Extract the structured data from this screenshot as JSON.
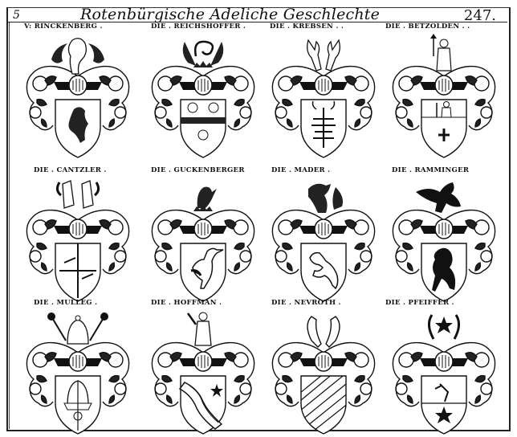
{
  "page": {
    "signature": "5",
    "title": "Rotenbürgische Adeliche Geschlechte",
    "page_number": "247."
  },
  "rows": [
    {
      "arms": [
        {
          "label": "V: RINCKENBERG .",
          "crest": "lion-rampant-between-wings",
          "shield_charge": "cockerel-rampant"
        },
        {
          "label": "DIE . REICHSHOFFER .",
          "crest": "swan-neck-between-wings-on-crown",
          "shield_charge": "three-roses-with-bar"
        },
        {
          "label": "DIE . KREBSEN . .",
          "crest": "two-crayfish-claws",
          "shield_charge": "crayfish-tree"
        },
        {
          "label": "DIE . BETZOLDEN . .",
          "crest": "man-holding-branch",
          "shield_charge": "man-holding-branch-and-cross"
        }
      ]
    },
    {
      "arms": [
        {
          "label": "DIE . CANTZLER .",
          "crest": "two-plumed-bishop-hats",
          "shield_charge": "crossed-staves"
        },
        {
          "label": "DIE . GUCKENBERGER",
          "crest": "bird-on-crowned-helm",
          "shield_charge": "heron-bird"
        },
        {
          "label": "DIE . MADER .",
          "crest": "marten-between-wings",
          "shield_charge": "marten-rampant"
        },
        {
          "label": "DIE . RAMMINGER",
          "crest": "eagle-displayed",
          "shield_charge": "black-eagle"
        }
      ]
    },
    {
      "arms": [
        {
          "label": "DIE . MULLEG .",
          "crest": "mitre-between-morning-stars",
          "shield_charge": "mitre-with-band"
        },
        {
          "label": "DIE . HOFFMAN .",
          "crest": "man-with-club",
          "shield_charge": "wavy-bend-and-star"
        },
        {
          "label": "DIE . NEVROTH .",
          "crest": "two-horns",
          "shield_charge": "bendy-stripes"
        },
        {
          "label": "DIE . PFEIFFER .",
          "crest": "star-between-horns",
          "shield_charge": "per-fess-man-and-star"
        }
      ]
    }
  ],
  "colors": {
    "ink": "#111111",
    "paper": "#ffffff"
  }
}
